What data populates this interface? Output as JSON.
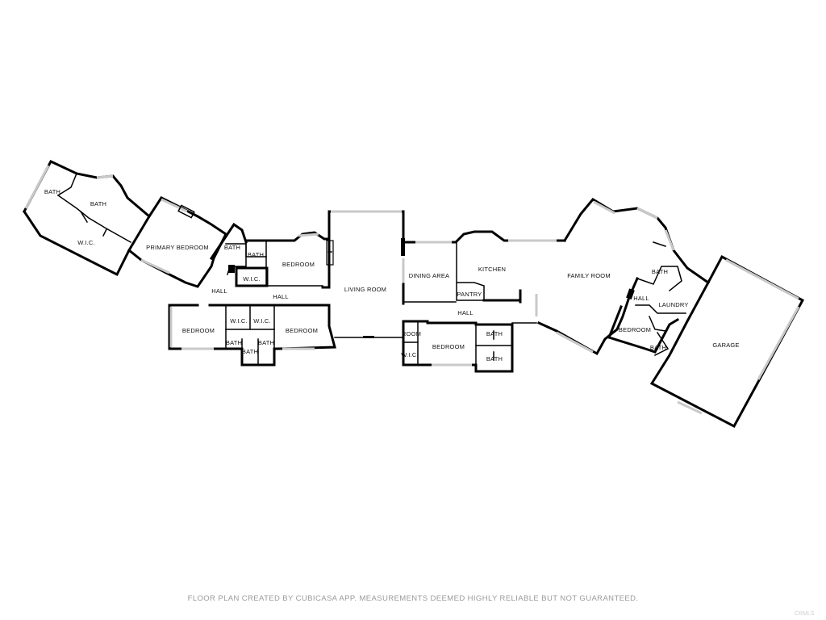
{
  "rooms": {
    "bath_nw": "BATH",
    "bath_nw2": "BATH",
    "wic_west": "W.I.C.",
    "primary_bedroom": "PRIMARY BEDROOM",
    "bath_mid": "BATH",
    "bath_mid2": "BATH",
    "wic_mid": "W.I.C.",
    "bedroom_mid": "BEDROOM",
    "hall_left": "HALL",
    "hall_center": "HALL",
    "bedroom_sw": "BEDROOM",
    "wic_s1": "W.I.C.",
    "wic_s2": "W.I.C.",
    "bedroom_s": "BEDROOM",
    "bath_s1": "BATH",
    "bath_s2": "BATH",
    "bath_s3": "BATH",
    "living_room": "LIVING ROOM",
    "dining_area": "DINING AREA",
    "kitchen": "KITCHEN",
    "pantry": "PANTRY",
    "hall_east": "HALL",
    "room": "ROOM",
    "wic_east": "W.I.C.",
    "bedroom_east": "BEDROOM",
    "bath_e1": "BATH",
    "bath_e2": "BATH",
    "family_room": "FAMILY ROOM",
    "bath_fr": "BATH",
    "hall_fr": "HALL",
    "laundry": "LAUNDRY",
    "bedroom_fr": "BEDROOM",
    "bath_fr2": "BATH",
    "garage": "GARAGE"
  },
  "footer": "FLOOR PLAN CREATED BY CUBICASA APP. MEASUREMENTS DEEMED HIGHLY RELIABLE BUT NOT GUARANTEED.",
  "watermark": "CRMLS"
}
